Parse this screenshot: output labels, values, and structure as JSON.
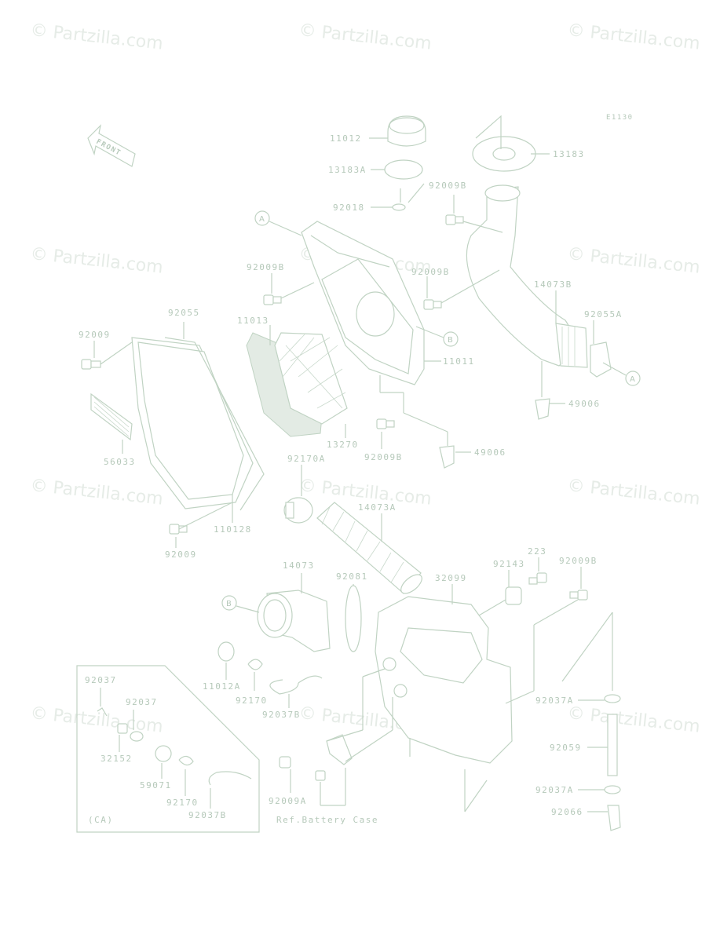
{
  "watermark": "© Partzilla.com",
  "diagram_code": "E1130",
  "front_label": "FRONT",
  "ref_labels": {
    "a": "A",
    "b": "B"
  },
  "inset_label": "(CA)",
  "ref_note": "Ref.Battery Case",
  "parts": {
    "p11012": "11012",
    "p13183A": "13183A",
    "p92018": "92018",
    "p13183": "13183",
    "p92009B_1": "92009B",
    "p92009B_2": "92009B",
    "p92009B_3": "92009B",
    "p14073B": "14073B",
    "p92055A": "92055A",
    "p92009_1": "92009",
    "p92055": "92055",
    "p11013": "11013",
    "p11011": "11011",
    "p49006_1": "49006",
    "p56033": "56033",
    "p13270": "13270",
    "p92009B_4": "92009B",
    "p49006_2": "49006",
    "p92170A": "92170A",
    "p14073A": "14073A",
    "p110128": "110128",
    "p92009_2": "92009",
    "p14073": "14073",
    "p92081": "92081",
    "p32099": "32099",
    "p92143": "92143",
    "p223": "223",
    "p92009B_5": "92009B",
    "p11012A": "11012A",
    "p92170_1": "92170",
    "p92037B_1": "92037B",
    "p92037_1": "92037",
    "p92037_2": "92037",
    "p32152": "32152",
    "p59071": "59071",
    "p92170_2": "92170",
    "p92037B_2": "92037B",
    "p92037A_1": "92037A",
    "p92059": "92059",
    "p92037A_2": "92037A",
    "p92066": "92066",
    "p92009A": "92009A"
  }
}
